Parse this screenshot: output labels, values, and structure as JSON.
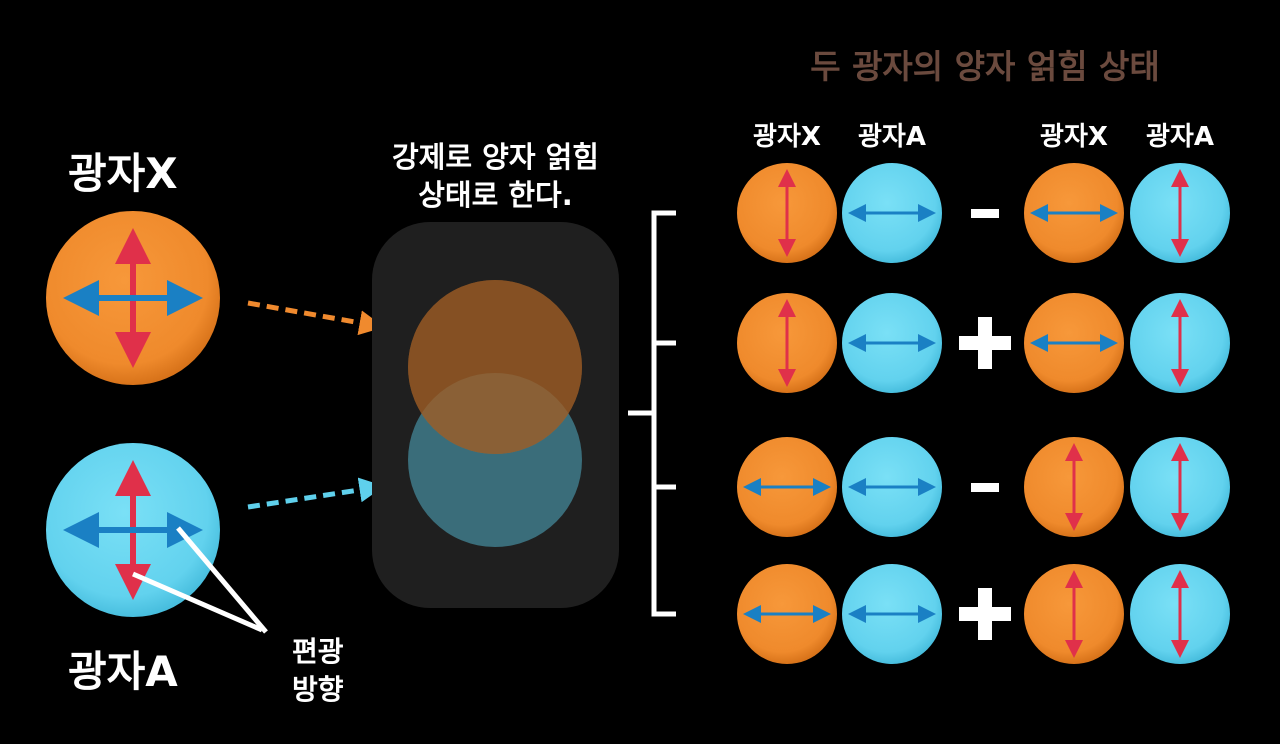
{
  "left": {
    "photon_x_label": "광자X",
    "photon_a_label": "광자A",
    "polarization_label_line1": "편광",
    "polarization_label_line2": "방향"
  },
  "middle": {
    "caption_line1": "강제로 양자 얽힘",
    "caption_line2": "상태로 한다."
  },
  "right": {
    "title": "두 광자의 양자 얽힘 상태",
    "column_headers": [
      "광자X",
      "광자A",
      "광자X",
      "광자A"
    ],
    "rows": [
      {
        "p1_x": "vertical",
        "p1_a": "horizontal",
        "operator": "-",
        "p2_x": "horizontal",
        "p2_a": "vertical"
      },
      {
        "p1_x": "vertical",
        "p1_a": "horizontal",
        "operator": "+",
        "p2_x": "horizontal",
        "p2_a": "vertical"
      },
      {
        "p1_x": "horizontal",
        "p1_a": "horizontal",
        "operator": "-",
        "p2_x": "vertical",
        "p2_a": "vertical"
      },
      {
        "p1_x": "horizontal",
        "p1_a": "horizontal",
        "operator": "+",
        "p2_x": "vertical",
        "p2_a": "vertical"
      }
    ]
  },
  "colors": {
    "orange": "#f08a2e",
    "cyan": "#5fd0ec",
    "red_arrow": "#e0304a",
    "blue_arrow": "#1a80c4",
    "title_brown": "#6b4a3e",
    "entangle_box": "#1f1f1f"
  }
}
